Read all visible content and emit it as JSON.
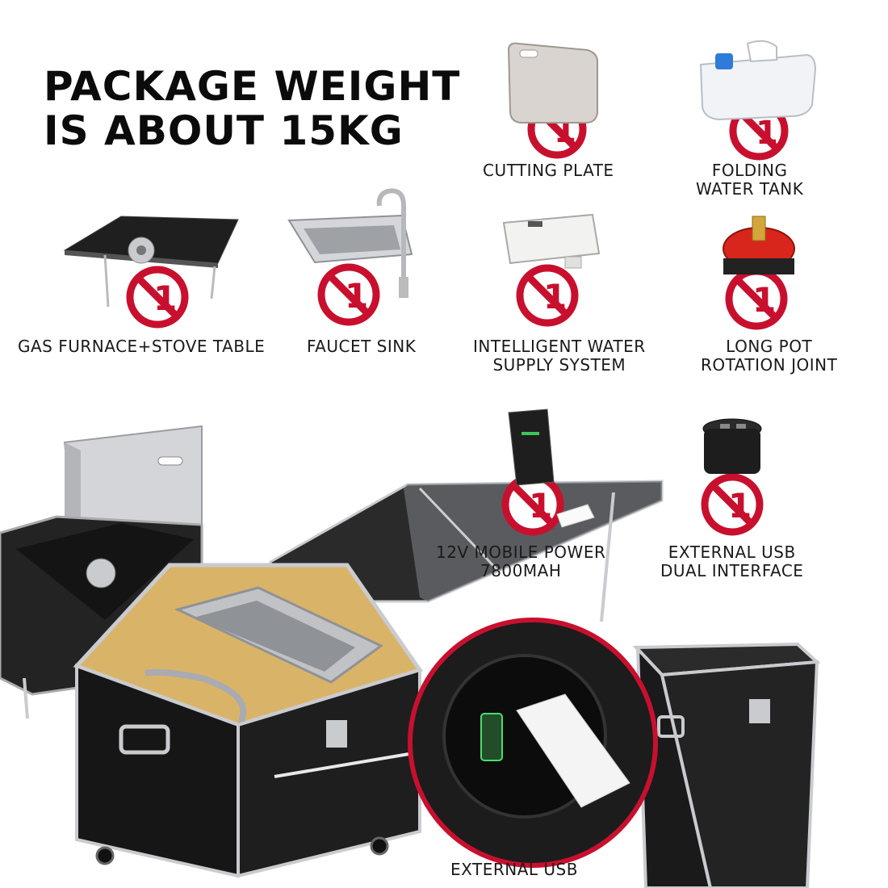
{
  "headline": {
    "line1": "PACKAGE WEIGHT",
    "line2": "IS ABOUT 15KG"
  },
  "badge_text": "1",
  "items": {
    "cutting_plate": {
      "label": "CUTTING PLATE"
    },
    "folding_water_tank": {
      "line1": "FOLDING",
      "line2": "WATER TANK"
    },
    "gas_furnace": {
      "label": "GAS FURNACE+STOVE TABLE"
    },
    "faucet_sink": {
      "label": "FAUCET SINK"
    },
    "water_supply": {
      "line1": "INTELLIGENT WATER",
      "line2": "SUPPLY SYSTEM"
    },
    "rotation_joint": {
      "line1": "LONG POT",
      "line2": "ROTATION JOINT"
    },
    "mobile_power": {
      "line1": "12V MOBILE POWER",
      "line2": "7800MAH"
    },
    "usb_interface": {
      "line1": "EXTERNAL USB",
      "line2": "DUAL INTERFACE"
    },
    "external_usb": {
      "label": "EXTERNAL USB"
    }
  },
  "colors": {
    "badge_red": "#c8102e",
    "case_black": "#1b1b1b",
    "aluminum": "#c9cbcf",
    "bamboo": "#d9b468",
    "steel": "#bcbec2"
  }
}
